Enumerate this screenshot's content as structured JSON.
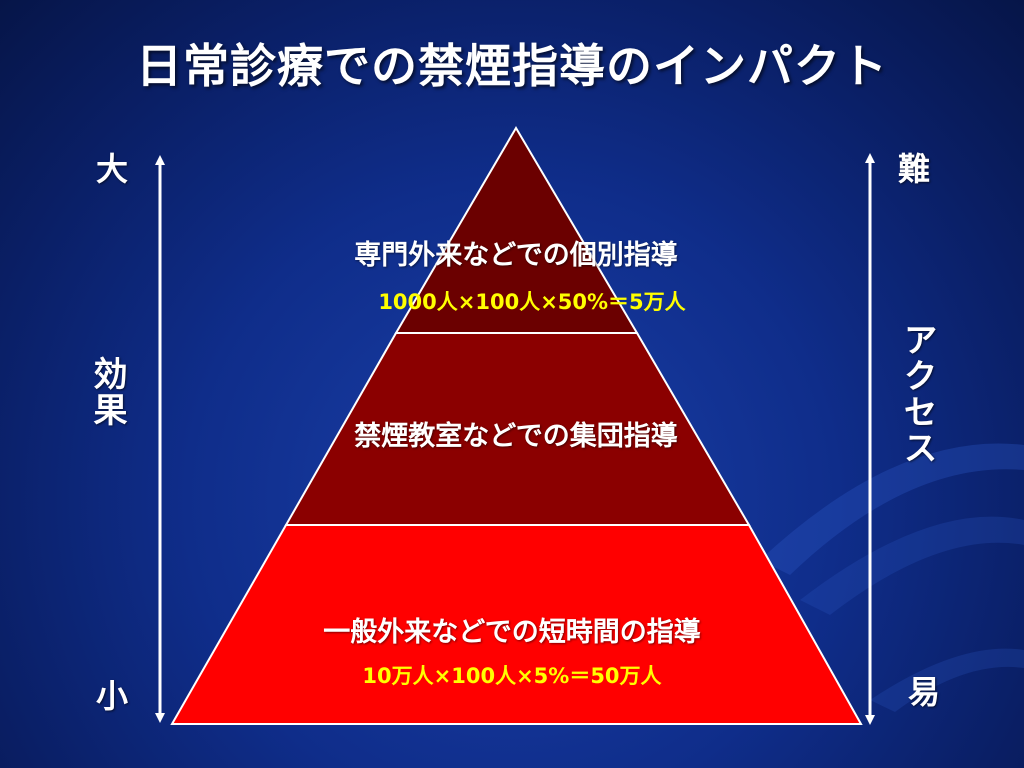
{
  "title": "日常診療での禁煙指導のインパクト",
  "left_axis": {
    "top": "大",
    "label": "効果",
    "bottom": "小"
  },
  "right_axis": {
    "top": "難",
    "label": "アクセス",
    "bottom": "易"
  },
  "tiers": [
    {
      "label": "専門外来などでの個別指導",
      "formula": "1000人×100人×50%＝5万人",
      "fill": "#6b0000"
    },
    {
      "label": "禁煙教室などでの集団指導",
      "formula": "",
      "fill": "#8b0000"
    },
    {
      "label": "一般外来などでの短時間の指導",
      "formula": "10万人×100人×5%＝50万人",
      "fill": "#ff0000"
    }
  ],
  "colors": {
    "formula_text": "#ffff00",
    "outline": "#ffffff"
  }
}
